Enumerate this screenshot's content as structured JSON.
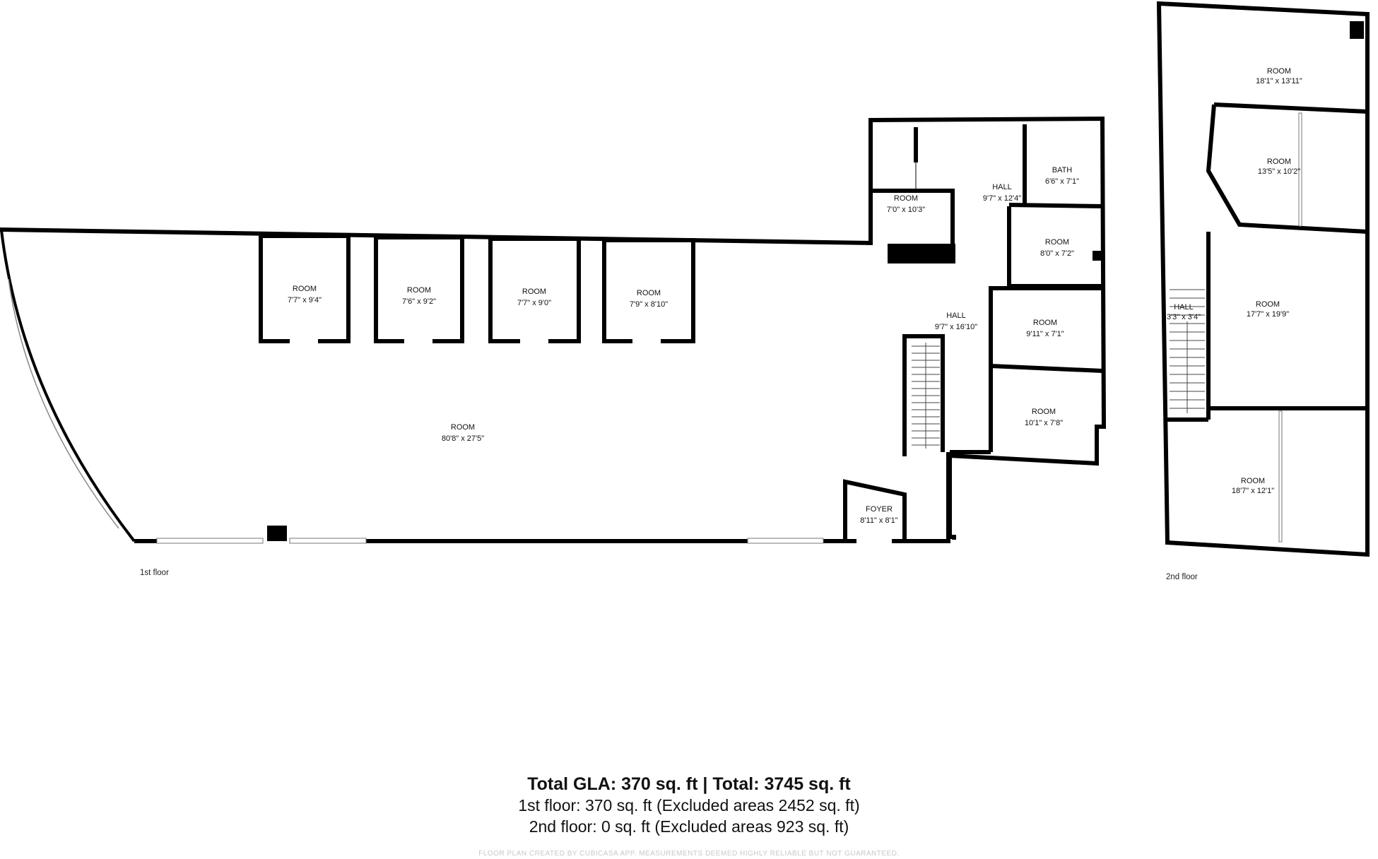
{
  "rooms": {
    "big_room": {
      "name": "ROOM",
      "dims": "80'8\" x 27'5\""
    },
    "room_a": {
      "name": "ROOM",
      "dims": "7'7\" x 9'4\""
    },
    "room_b": {
      "name": "ROOM",
      "dims": "7'6\" x 9'2\""
    },
    "room_c": {
      "name": "ROOM",
      "dims": "7'7\" x 9'0\""
    },
    "room_d": {
      "name": "ROOM",
      "dims": "7'9\" x 8'10\""
    },
    "room_e": {
      "name": "ROOM",
      "dims": "7'0\" x 10'3\""
    },
    "hall_upper": {
      "name": "HALL",
      "dims": "9'7\" x 12'4\""
    },
    "bath": {
      "name": "BATH",
      "dims": "6'6\" x 7'1\""
    },
    "room_f": {
      "name": "ROOM",
      "dims": "8'0\" x 7'2\""
    },
    "hall_lower": {
      "name": "HALL",
      "dims": "9'7\" x 16'10\""
    },
    "room_g": {
      "name": "ROOM",
      "dims": "9'11\" x 7'1\""
    },
    "room_h": {
      "name": "ROOM",
      "dims": "10'1\" x 7'8\""
    },
    "foyer": {
      "name": "FOYER",
      "dims": "8'11\" x 8'1\""
    },
    "f2_room_top": {
      "name": "ROOM",
      "dims": "18'1\" x 13'11\""
    },
    "f2_room_2": {
      "name": "ROOM",
      "dims": "13'5\" x 10'2\""
    },
    "f2_hall": {
      "name": "HALL",
      "dims": "3'3\" x 3'4\""
    },
    "f2_room_3": {
      "name": "ROOM",
      "dims": "17'7\" x 19'9\""
    },
    "f2_room_4": {
      "name": "ROOM",
      "dims": "18'7\" x 12'1\""
    }
  },
  "floor_labels": {
    "first": "1st floor",
    "second": "2nd floor"
  },
  "summary": {
    "total": "Total GLA: 370 sq. ft | Total: 3745 sq. ft",
    "first_floor": "1st floor: 370 sq. ft (Excluded areas 2452 sq. ft)",
    "second_floor": "2nd floor: 0 sq. ft (Excluded areas 923 sq. ft)"
  },
  "credit": "FLOOR PLAN CREATED BY CUBICASA APP. MEASUREMENTS DEEMED HIGHLY RELIABLE BUT NOT GUARANTEED.",
  "colors": {
    "wall": "#000000",
    "background": "#ffffff",
    "credit_text": "#c8c8c8"
  }
}
